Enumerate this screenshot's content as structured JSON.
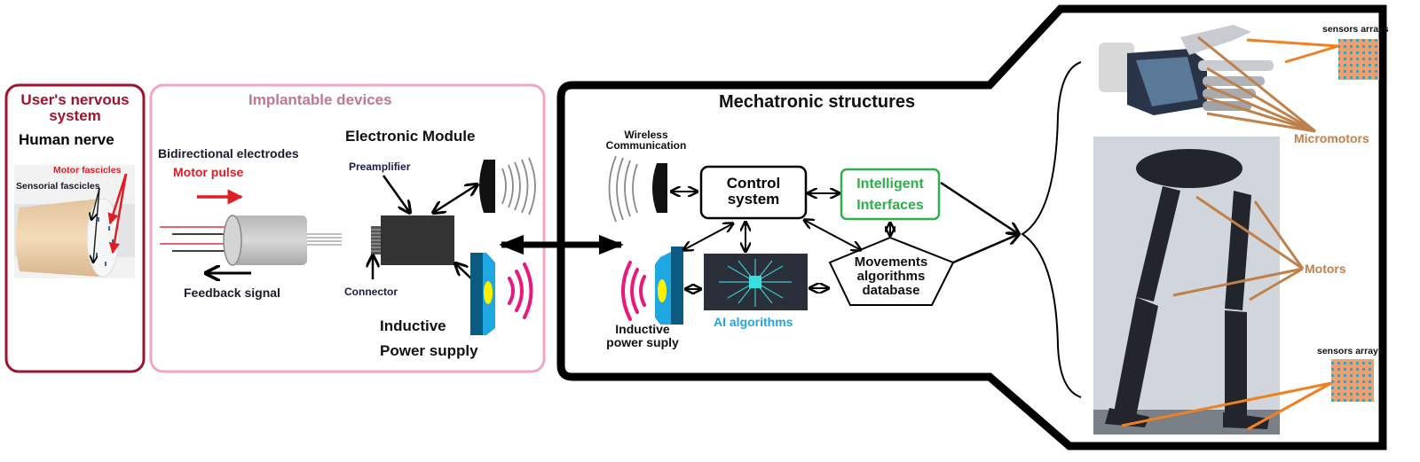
{
  "nervous_system": {
    "title_line1": "User's nervous",
    "title_line2": "system",
    "subtitle": "Human nerve",
    "motor_fascicles": "Motor fascicles",
    "sensorial_fascicles": "Sensorial fascicles",
    "color": "#a0132c"
  },
  "implantable": {
    "title": "Implantable devices",
    "title_color": "#c07890",
    "border_color": "#f4a6c0",
    "bidirectional_electrodes": "Bidirectional electrodes",
    "motor_pulse": "Motor pulse",
    "feedback_signal": "Feedback signal",
    "electronic_module": "Electronic Module",
    "preamplifier": "Preamplifier",
    "connector": "Connector",
    "inductive_line1": "Inductive",
    "inductive_line2": "Power supply"
  },
  "mechatronic": {
    "title": "Mechatronic structures",
    "wireless_line1": "Wireless",
    "wireless_line2": "Communication",
    "control_line1": "Control",
    "control_line2": "system",
    "intelligent_line1": "Intelligent",
    "intelligent_line2": "Interfaces",
    "intelligent_color": "#2db04b",
    "movements_line1": "Movements",
    "movements_line2": "algorithms",
    "movements_line3": "database",
    "ai_label": "AI algorithms",
    "ai_color": "#1ea7e0",
    "inductive_line1": "Inductive",
    "inductive_line2": "power suply"
  },
  "exoskeleton": {
    "sensors_top": "sensors arrays",
    "micromotors": "Micromotors",
    "motors": "Motors",
    "sensors_bottom": "sensors arrays",
    "label_color": "#c0804a",
    "line_color": "#f08020"
  }
}
